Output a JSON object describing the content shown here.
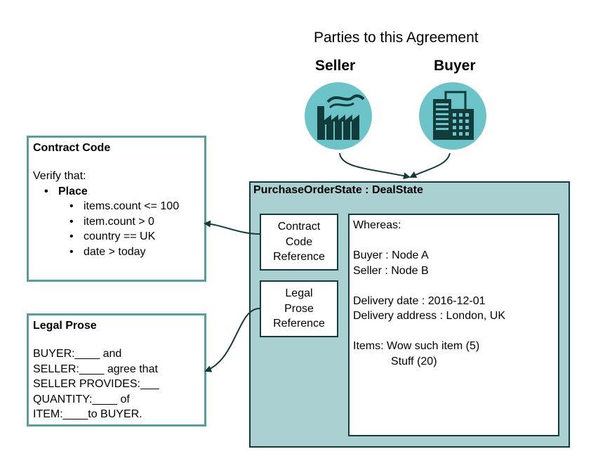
{
  "parties": {
    "title": "Parties to this Agreement",
    "seller": {
      "label": "Seller",
      "icon": "factory-icon"
    },
    "buyer": {
      "label": "Buyer",
      "icon": "office-building-icon"
    }
  },
  "contract_code": {
    "title": "Contract Code",
    "intro": "Verify that:",
    "bullet": "Place",
    "rules": [
      "items.count <= 100",
      "item.count > 0",
      "country == UK",
      "date > today"
    ]
  },
  "legal_prose": {
    "title": "Legal Prose",
    "lines": [
      "BUYER:____  and",
      "SELLER:____ agree that",
      "SELLER PROVIDES:___",
      "QUANTITY:____ of",
      "ITEM:____to BUYER."
    ]
  },
  "state": {
    "title": "PurchaseOrderState : DealState",
    "contract_ref": [
      "Contract",
      "Code",
      "Reference"
    ],
    "prose_ref": [
      "Legal",
      "Prose",
      "Reference"
    ],
    "details": {
      "whereas": "Whereas:",
      "buyer": "Buyer : Node A",
      "seller": "Seller : Node B",
      "delivery_date": "Delivery date : 2016-12-01",
      "delivery_address": "Delivery address : London, UK",
      "items_first": "Items: Wow such item (5)",
      "items_second": "Stuff (20)"
    }
  },
  "colors": {
    "teal_light": "#6cc4c9",
    "teal_border": "#5a9e9c",
    "state_bg": "#abd0d2",
    "dark": "#123b3c"
  }
}
